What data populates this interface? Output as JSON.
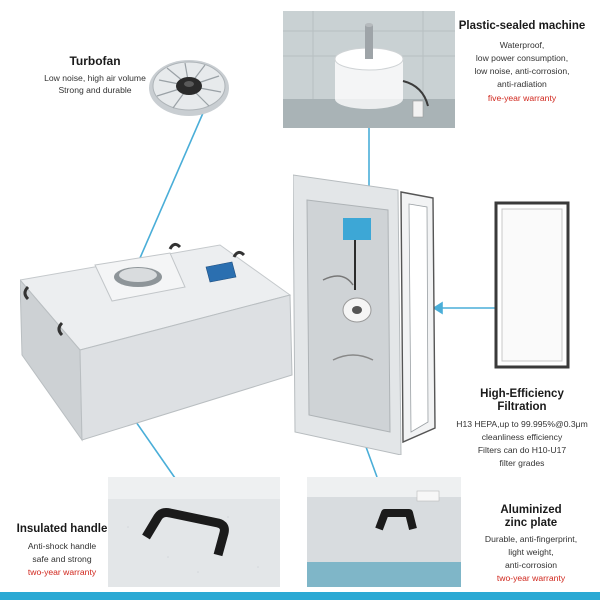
{
  "turbofan": {
    "title": "Turbofan",
    "line1": "Low noise, high air volume",
    "line2": "Strong and durable"
  },
  "plastic_sealed": {
    "title": "Plastic-sealed machine",
    "line1": "Waterproof,",
    "line2": "low power consumption,",
    "line3": "low noise, anti-corrosion,",
    "line4": "anti-radiation",
    "warranty": "five-year warranty"
  },
  "filtration": {
    "title_line1": "High-Efficiency",
    "title_line2": "Filtration",
    "line1": "H13 HEPA,up to 99.995%@0.3μm",
    "line2": "cleanliness efficiency",
    "line3": "Filters can do H10-U17",
    "line4": "filter grades"
  },
  "handle": {
    "title": "Insulated handle",
    "line1": "Anti-shock handle",
    "line2": "safe and strong",
    "warranty": "two-year warranty"
  },
  "zinc": {
    "title_line1": "Aluminized",
    "title_line2": "zinc plate",
    "line1": "Durable, anti-fingerprint,",
    "line2": "light weight,",
    "line3": "anti-corrosion",
    "warranty": "two-year warranty"
  },
  "colors": {
    "accent_blue": "#4aaed8",
    "warranty_red": "#d0261c",
    "footer_blue": "#2aa9d4"
  }
}
